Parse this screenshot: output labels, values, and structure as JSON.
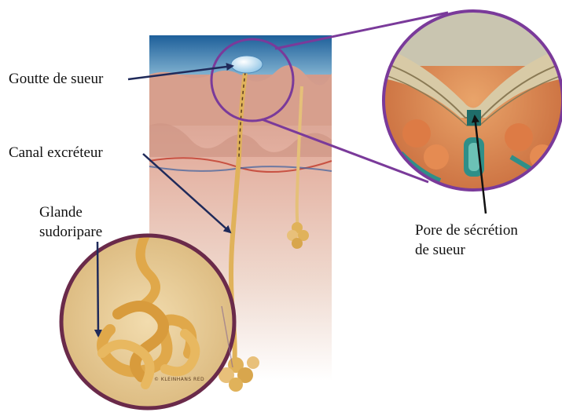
{
  "labels": {
    "droplet": "Goutte de sueur",
    "duct": "Canal excréteur",
    "gland_line1": "Glande",
    "gland_line2": "sudoripare",
    "pore_line1": "Pore de sécrétion",
    "pore_line2": "de sueur"
  },
  "credit": "© KLEINHANS RED",
  "colors": {
    "arrow": "#1f2a5a",
    "magnifier_ring": "#7a3a9a",
    "gland_ring": "#6a2a4a",
    "sky_top": "#1d5f9a",
    "epidermis": "#c98f80",
    "dermis": "#e8bfb2",
    "duct": "#e0b25a"
  },
  "icons": {
    "skin_illustration": "skin-cross-section",
    "droplet": "sweat-droplet",
    "pore_zoom": "pore-magnifier",
    "gland_zoom": "gland-magnifier"
  }
}
